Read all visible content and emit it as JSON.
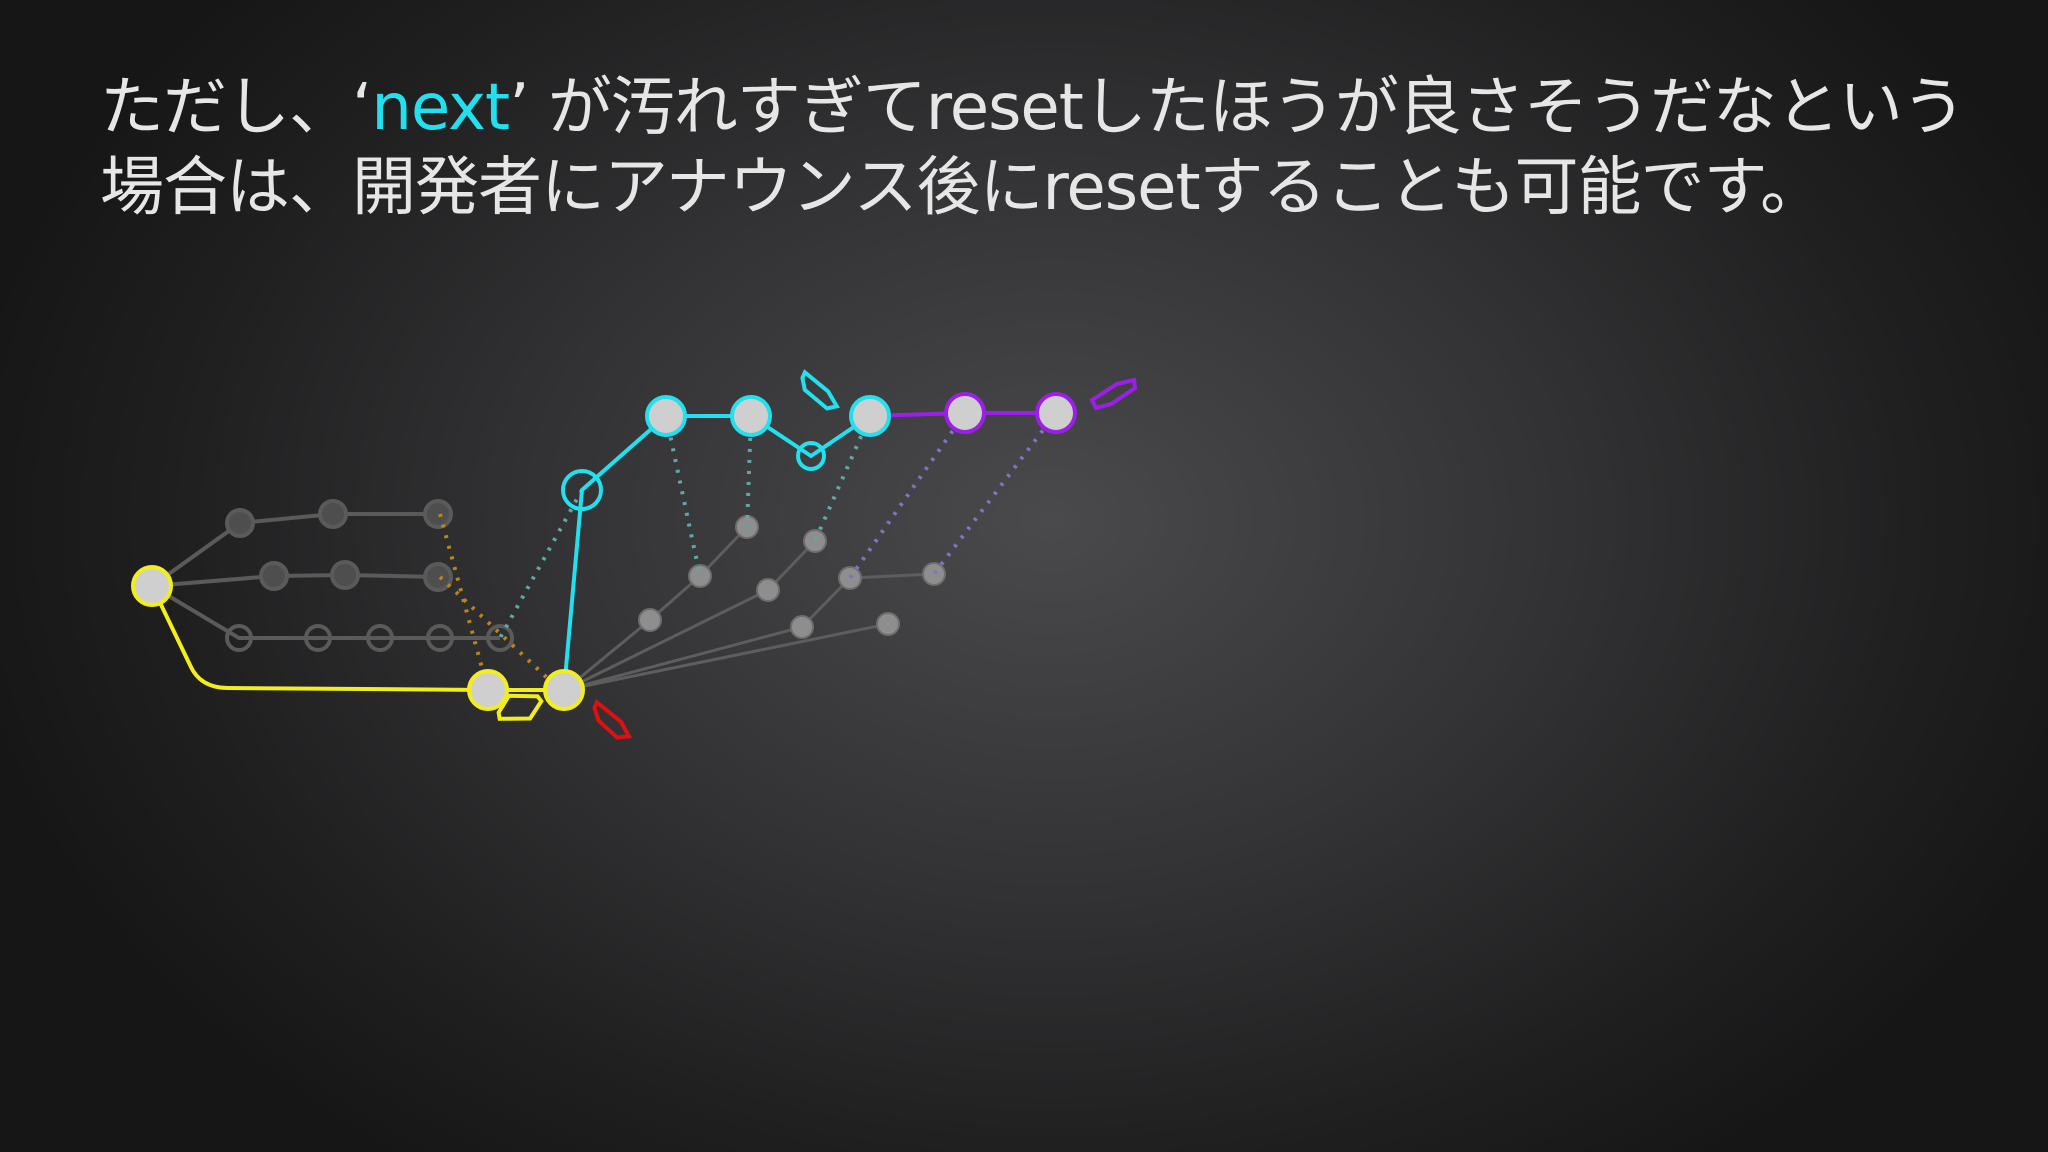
{
  "caption": {
    "line1_pre": "ただし、‘",
    "line1_highlight": "next",
    "line1_post": "’ が汚れすぎてresetしたほうが良さそうだなという",
    "line2": "場合は、開発者にアナウンス後にresetすることも可能です。"
  },
  "colors": {
    "highlight": "#22e0ee",
    "main_branch": "#f2ee1e",
    "next_branch": "#22e0ee",
    "new_branch": "#9b1fe8",
    "release_tag": "#e01010",
    "old_commits": "#5a5a5a",
    "old_next_commits": "#8e8e8e",
    "node_fill": "#cfcfcf"
  }
}
